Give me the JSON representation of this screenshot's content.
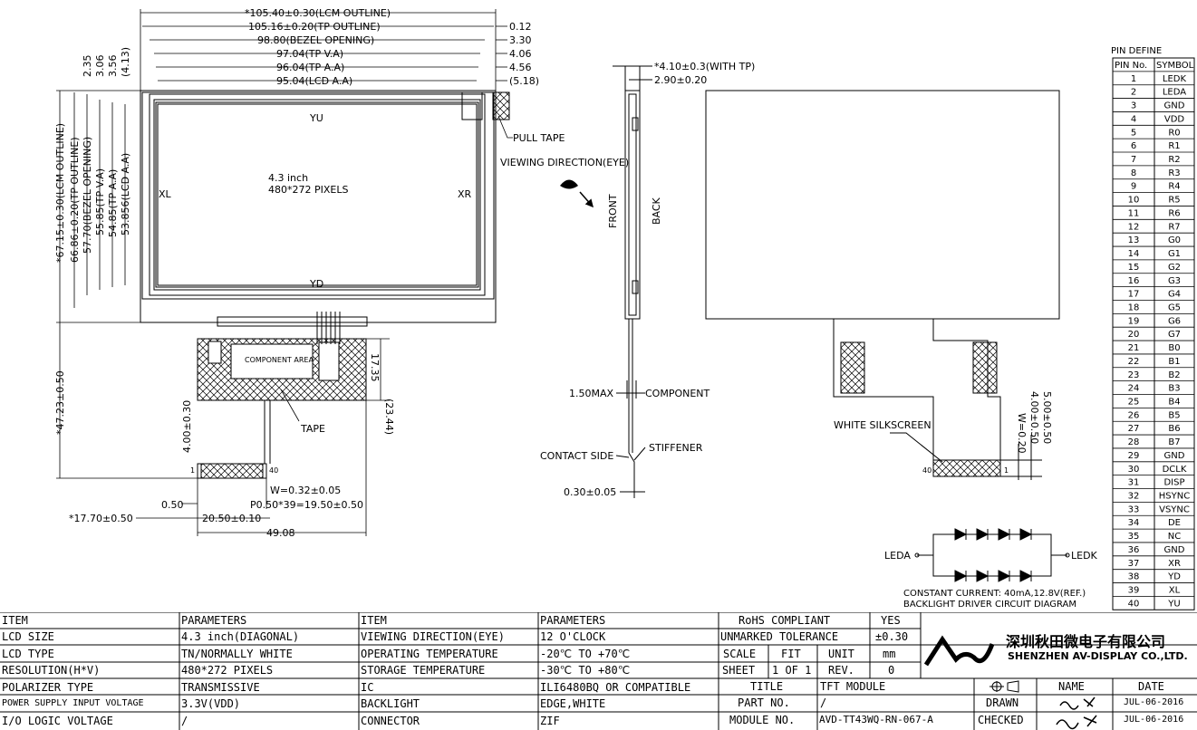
{
  "outline": {
    "lcm": "*105.40±0.30(LCM OUTLINE)",
    "tp": "105.16±0.20(TP OUTLINE)",
    "bezel": "98.80(BEZEL OPENING)",
    "tpva": "97.04(TP V.A)",
    "tpaa": "96.04(TP A.A)",
    "lcdaa": "95.04(LCD A.A)",
    "r1": "0.12",
    "r2": "3.30",
    "r3": "4.06",
    "r4": "4.56",
    "r5": "(5.18)"
  },
  "vertical": {
    "v1": "*67.15±0.30(LCM OUTLINE)",
    "v2": "66.86±0.20(TP OUTLINE)",
    "v3": "57.70(BEZEL OPENING)",
    "v4": "55.85(TP V.A)",
    "v5": "54.85(TP A.A)",
    "v6": "53.856(LCD A.A)",
    "t1": "2.35",
    "t2": "3.06",
    "t3": "3.56",
    "t4": "(4.13)",
    "fpc": "*47.23±0.50",
    "h400": "4.00±0.30",
    "h2344": "(23.44)",
    "h1735": "17.35"
  },
  "front": {
    "yu": "YU",
    "yd": "YD",
    "xl": "XL",
    "xr": "XR",
    "size": "4.3 inch",
    "pixels": "480*272 PIXELS",
    "pull_tape": "PULL TAPE",
    "component_area": "COMPONENT AREA",
    "tape": "TAPE",
    "pin1": "1",
    "pin40": "40",
    "w": "W=0.32±0.05",
    "pitch": "P0.50*39=19.50±0.50",
    "d050": "0.50",
    "d1770": "*17.70±0.50",
    "d2050": "20.50±0.10",
    "d4908": "49.08"
  },
  "side": {
    "t1": "*4.10±0.3(WITH TP)",
    "t2": "2.90±0.20",
    "view": "VIEWING DIRECTION(EYE)",
    "front": "FRONT",
    "back": "BACK",
    "max": "1.50MAX",
    "component": "COMPONENT",
    "contact": "CONTACT SIDE",
    "stiffener": "STIFFENER",
    "thk": "0.30±0.05"
  },
  "rear": {
    "silk": "WHITE SILKSCREEN",
    "pin40": "40",
    "pin1": "1",
    "d500": "5.00±0.50",
    "d400": "4.00±0.50",
    "w020": "W=0.20"
  },
  "circuit": {
    "leda": "LEDA",
    "ledk": "LEDK",
    "current": "CONSTANT CURRENT: 40mA,12.8V(REF.)",
    "caption": "BACKLIGHT DRIVER CIRCUIT DIAGRAM"
  },
  "pins": {
    "title": "PIN DEFINE",
    "h_no": "PIN No.",
    "h_sym": "SYMBOL",
    "list": [
      "LEDK",
      "LEDA",
      "GND",
      "VDD",
      "R0",
      "R1",
      "R2",
      "R3",
      "R4",
      "R5",
      "R6",
      "R7",
      "G0",
      "G1",
      "G2",
      "G3",
      "G4",
      "G5",
      "G6",
      "G7",
      "B0",
      "B1",
      "B2",
      "B3",
      "B4",
      "B5",
      "B6",
      "B7",
      "GND",
      "DCLK",
      "DISP",
      "HSYNC",
      "VSYNC",
      "DE",
      "NC",
      "GND",
      "XR",
      "YD",
      "XL",
      "YU"
    ]
  },
  "specs": {
    "h1": "ITEM",
    "h2": "PARAMETERS",
    "h3": "ITEM",
    "h4": "PARAMETERS",
    "rows": [
      [
        "LCD SIZE",
        "4.3 inch(DIAGONAL)",
        "VIEWING DIRECTION(EYE)",
        "12 O'CLOCK"
      ],
      [
        "LCD TYPE",
        "TN/NORMALLY WHITE",
        "OPERATING TEMPERATURE",
        "-20℃ TO +70℃"
      ],
      [
        "RESOLUTION(H*V)",
        "480*272 PIXELS",
        "STORAGE TEMPERATURE",
        "-30℃ TO +80℃"
      ],
      [
        "POLARIZER TYPE",
        "TRANSMISSIVE",
        "IC",
        "ILI6480BQ OR COMPATIBLE"
      ],
      [
        "POWER SUPPLY INPUT VOLTAGE",
        "3.3V(VDD)",
        "BACKLIGHT",
        "EDGE,WHITE"
      ],
      [
        "I/O LOGIC  VOLTAGE",
        "/",
        "CONNECTOR",
        "ZIF"
      ]
    ]
  },
  "tb": {
    "rohs": "RoHS COMPLIANT",
    "yes": "YES",
    "tol": "UNMARKED TOLERANCE",
    "tolv": "±0.30",
    "scale": "SCALE",
    "fit": "FIT",
    "unit": "UNIT",
    "mm": "mm",
    "sheet": "SHEET",
    "of": "1 OF 1",
    "rev": "REV.",
    "revv": "0",
    "title": "TITLE",
    "titlev": "TFT MODULE",
    "part": "PART NO.",
    "partv": "/",
    "module": "MODULE NO.",
    "modulev": "AVD-TT43WQ-RN-067-A",
    "company_cn": "深圳秋田微电子有限公司",
    "company_en": "SHENZHEN AV-DISPLAY CO.,LTD.",
    "name": "NAME",
    "date": "DATE",
    "drawn": "DRAWN",
    "checked": "CHECKED",
    "d1": "JUL-06-2016",
    "d2": "JUL-06-2016"
  }
}
